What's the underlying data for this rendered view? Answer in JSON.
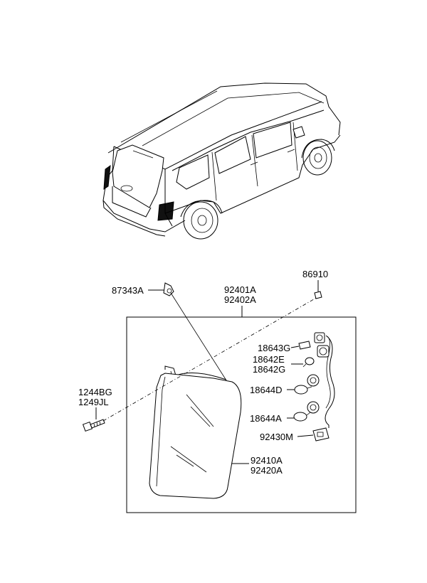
{
  "parts": {
    "p87343A": "87343A",
    "p92401A": "92401A",
    "p92402A": "92402A",
    "p86910": "86910",
    "p18643G": "18643G",
    "p18642E": "18642E",
    "p18642G": "18642G",
    "p18644D": "18644D",
    "p18644A": "18644A",
    "p92430M": "92430M",
    "p1244BG": "1244BG",
    "p1249JL": "1249JL",
    "p92410A": "92410A",
    "p92420A": "92420A"
  }
}
